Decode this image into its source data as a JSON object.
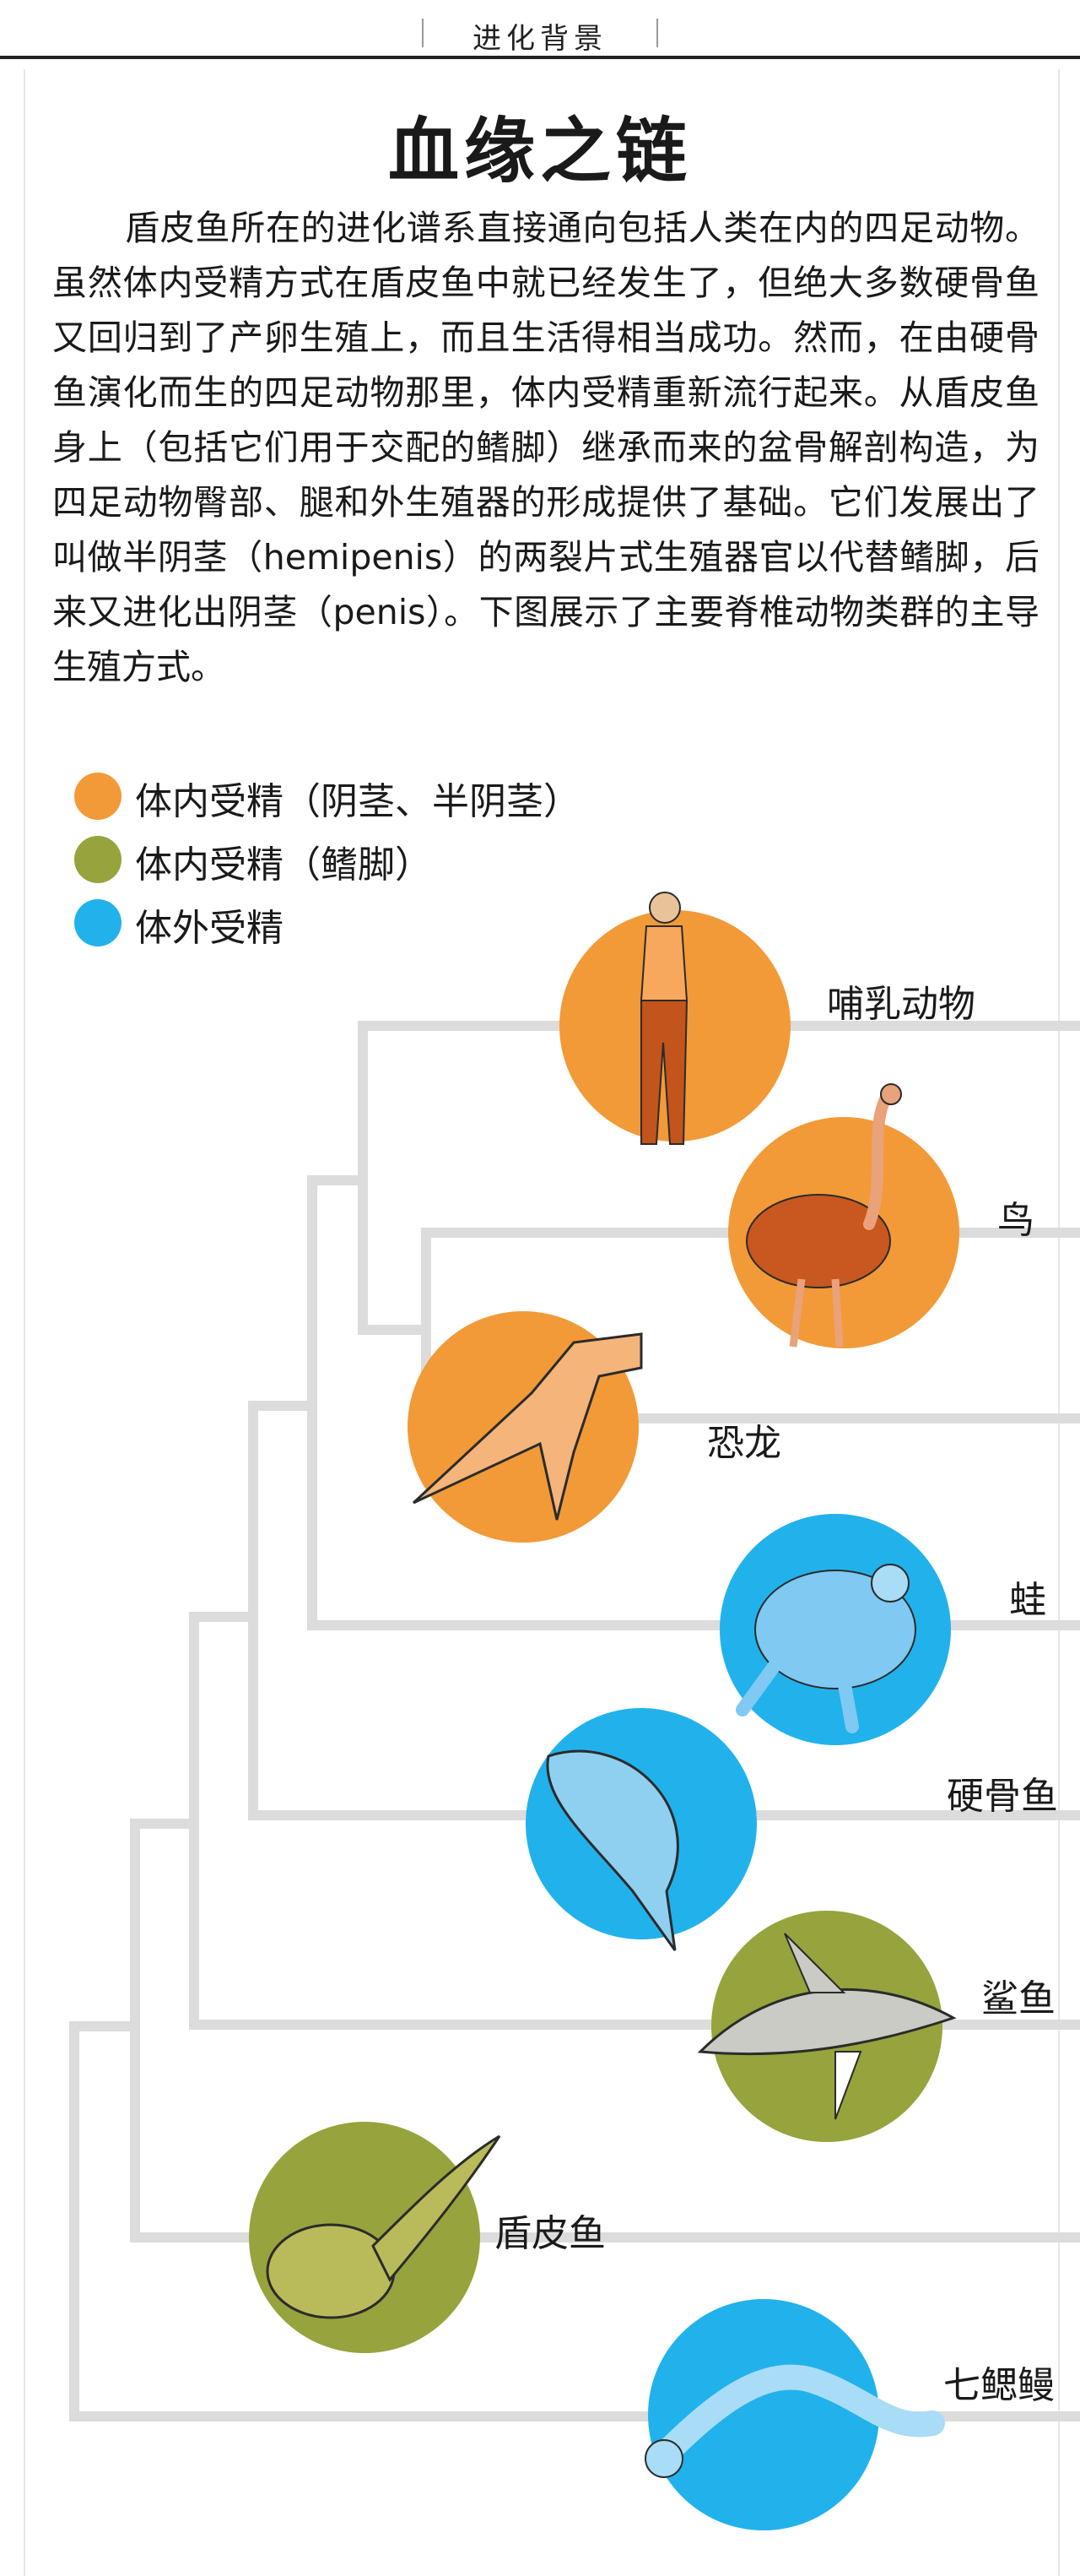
{
  "section": {
    "title": "进化背景"
  },
  "title": "血缘之链",
  "intro": "盾皮鱼所在的进化谱系直接通向包括人类在内的四足动物。虽然体内受精方式在盾皮鱼中就已经发生了，但绝大多数硬骨鱼又回归到了产卵生殖上，而且生活得相当成功。然而，在由硬骨鱼演化而生的四足动物那里，体内受精重新流行起来。从盾皮鱼身上（包括它们用于交配的鳍脚）继承而来的盆骨解剖构造，为四足动物臀部、腿和外生殖器的形成提供了基础。它们发展出了叫做半阴茎（hemipenis）的两裂片式生殖器官以代替鳍脚，后来又进化出阴茎（penis）。下图展示了主要脊椎动物类群的主导生殖方式。",
  "colors": {
    "internal": "#F29A38",
    "clasper": "#97A33C",
    "external": "#21B2EC",
    "branch": "#DCDCDC"
  },
  "legend": [
    {
      "label": "体内受精（阴茎、半阴茎）",
      "color": "#F29A38"
    },
    {
      "label": "体内受精（鳍脚）",
      "color": "#97A33C"
    },
    {
      "label": "体外受精",
      "color": "#21B2EC"
    }
  ],
  "taxa": [
    {
      "name": "哺乳动物",
      "mode": "internal",
      "icon": "human-icon"
    },
    {
      "name": "鸟",
      "mode": "internal",
      "icon": "ostrich-icon"
    },
    {
      "name": "恐龙",
      "mode": "internal",
      "icon": "dinosaur-icon"
    },
    {
      "name": "蛙",
      "mode": "external",
      "icon": "frog-icon"
    },
    {
      "name": "硬骨鱼",
      "mode": "external",
      "icon": "salmon-icon"
    },
    {
      "name": "鲨鱼",
      "mode": "clasper",
      "icon": "shark-icon"
    },
    {
      "name": "盾皮鱼",
      "mode": "clasper",
      "icon": "placoderm-icon"
    },
    {
      "name": "七鳃鳗",
      "mode": "external",
      "icon": "lamprey-icon"
    }
  ]
}
